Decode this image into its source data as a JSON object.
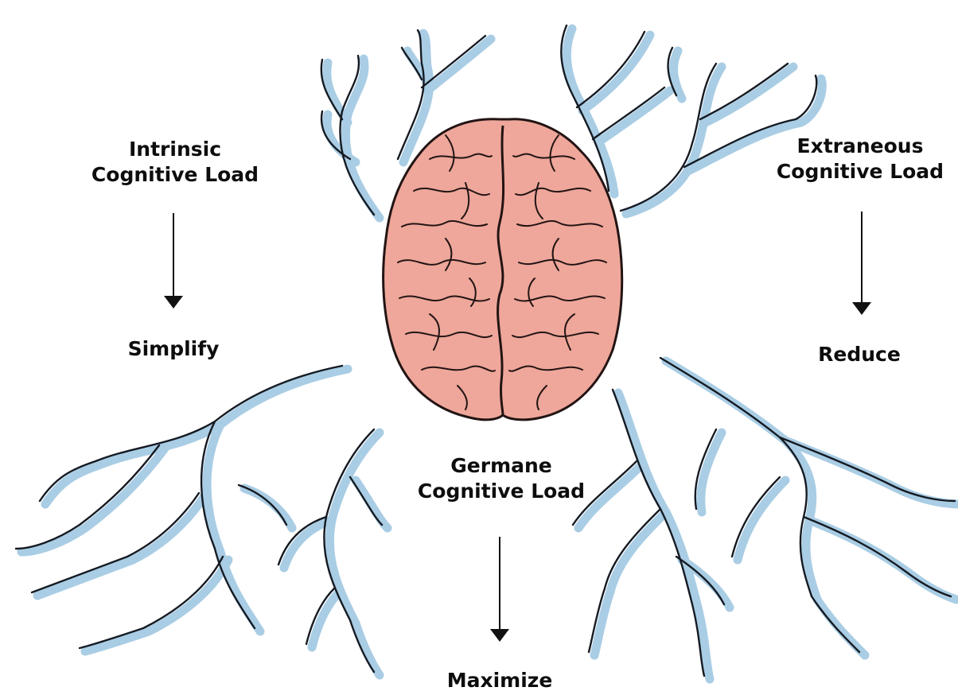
{
  "colors": {
    "background": "#ffffff",
    "vein_shadow": "#a9cde4",
    "vein_line": "#151a22",
    "brain_fill": "#eea79a",
    "brain_outline": "#231414",
    "text": "#0d0d0d"
  },
  "icons": {
    "brain": "brain-icon",
    "arrow": "down-arrow-icon"
  },
  "loads": {
    "intrinsic": {
      "title_line1": "Intrinsic",
      "title_line2": "Cognitive Load",
      "action": "Simplify"
    },
    "extraneous": {
      "title_line1": "Extraneous",
      "title_line2": "Cognitive Load",
      "action": "Reduce"
    },
    "germane": {
      "title_line1": "Germane",
      "title_line2": "Cognitive Load",
      "action": "Maximize"
    }
  }
}
